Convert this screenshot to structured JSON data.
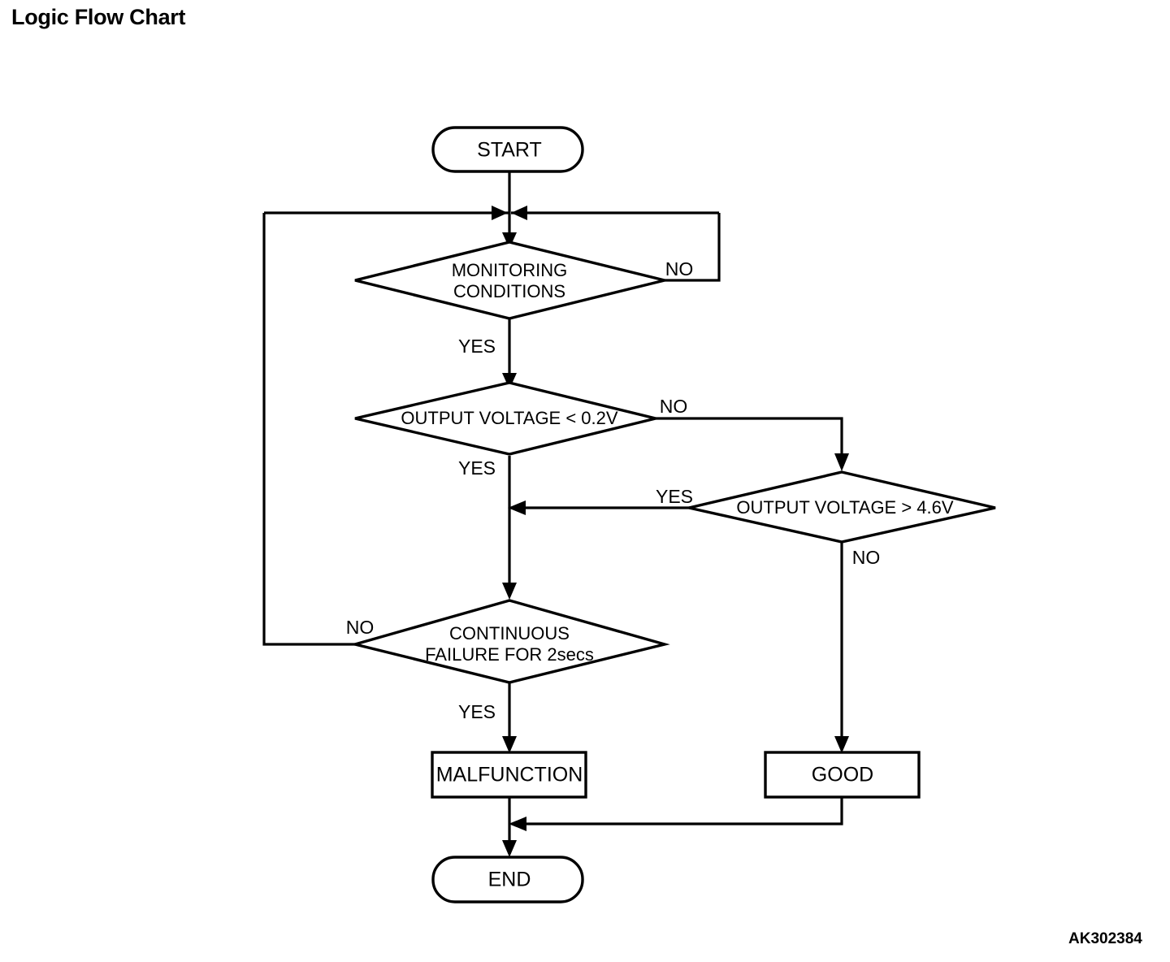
{
  "page": {
    "title": "Logic Flow Chart",
    "figure_code": "AK302384",
    "background_color": "#ffffff",
    "line_color": "#000000"
  },
  "chart_data": {
    "type": "diagram",
    "diagram_kind": "flowchart",
    "title": "Logic Flow Chart",
    "nodes": [
      {
        "id": "start",
        "shape": "terminator",
        "label": "START"
      },
      {
        "id": "monitoring",
        "shape": "decision",
        "label": "MONITORING CONDITIONS",
        "line1": "MONITORING",
        "line2": "CONDITIONS"
      },
      {
        "id": "v_low",
        "shape": "decision",
        "label": "OUTPUT VOLTAGE < 0.2V"
      },
      {
        "id": "v_high",
        "shape": "decision",
        "label": "OUTPUT VOLTAGE > 4.6V"
      },
      {
        "id": "cont_fail",
        "shape": "decision",
        "label": "CONTINUOUS FAILURE FOR 2secs",
        "line1": "CONTINUOUS",
        "line2": "FAILURE FOR 2secs"
      },
      {
        "id": "malfunction",
        "shape": "process",
        "label": "MALFUNCTION"
      },
      {
        "id": "good",
        "shape": "process",
        "label": "GOOD"
      },
      {
        "id": "end",
        "shape": "terminator",
        "label": "END"
      }
    ],
    "edges": [
      {
        "from": "start",
        "to": "monitoring",
        "label": ""
      },
      {
        "from": "monitoring",
        "to": "monitoring",
        "label": "NO"
      },
      {
        "from": "monitoring",
        "to": "v_low",
        "label": "YES"
      },
      {
        "from": "v_low",
        "to": "v_high",
        "label": "NO"
      },
      {
        "from": "v_low",
        "to": "cont_fail",
        "label": "YES"
      },
      {
        "from": "v_high",
        "to": "cont_fail",
        "label": "YES"
      },
      {
        "from": "v_high",
        "to": "good",
        "label": "NO"
      },
      {
        "from": "cont_fail",
        "to": "monitoring",
        "label": "NO"
      },
      {
        "from": "cont_fail",
        "to": "malfunction",
        "label": "YES"
      },
      {
        "from": "malfunction",
        "to": "end",
        "label": ""
      },
      {
        "from": "good",
        "to": "end",
        "label": ""
      }
    ]
  },
  "labels": {
    "start": "START",
    "monitoring_line1": "MONITORING",
    "monitoring_line2": "CONDITIONS",
    "v_low": "OUTPUT VOLTAGE < 0.2V",
    "v_high": "OUTPUT VOLTAGE > 4.6V",
    "cont_fail_line1": "CONTINUOUS",
    "cont_fail_line2": "FAILURE FOR 2secs",
    "malfunction": "MALFUNCTION",
    "good": "GOOD",
    "end": "END"
  },
  "branches": {
    "monitoring_no": "NO",
    "monitoring_yes": "YES",
    "v_low_no": "NO",
    "v_low_yes": "YES",
    "v_high_yes": "YES",
    "v_high_no": "NO",
    "cont_fail_no": "NO",
    "cont_fail_yes": "YES"
  }
}
